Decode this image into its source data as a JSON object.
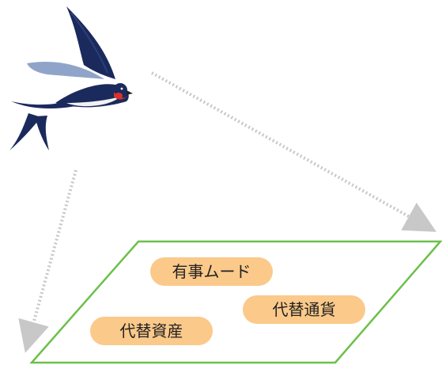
{
  "colors": {
    "plane_fill": "#ffffff",
    "plane_stroke": "#6cc04a",
    "label_fill": "#fbc98a",
    "arrow": "#c8c8c8",
    "bird_back": "#1b2a5c",
    "bird_belly": "#f2f2f2",
    "bird_wing_light": "#8fa4c8",
    "bird_face": "#d8322a"
  },
  "icons": {
    "bird": "swallow-icon"
  },
  "labels": {
    "yuji_mode": "有事ムード",
    "alternative_currency": "代替通貨",
    "alternative_assets": "代替資産"
  }
}
